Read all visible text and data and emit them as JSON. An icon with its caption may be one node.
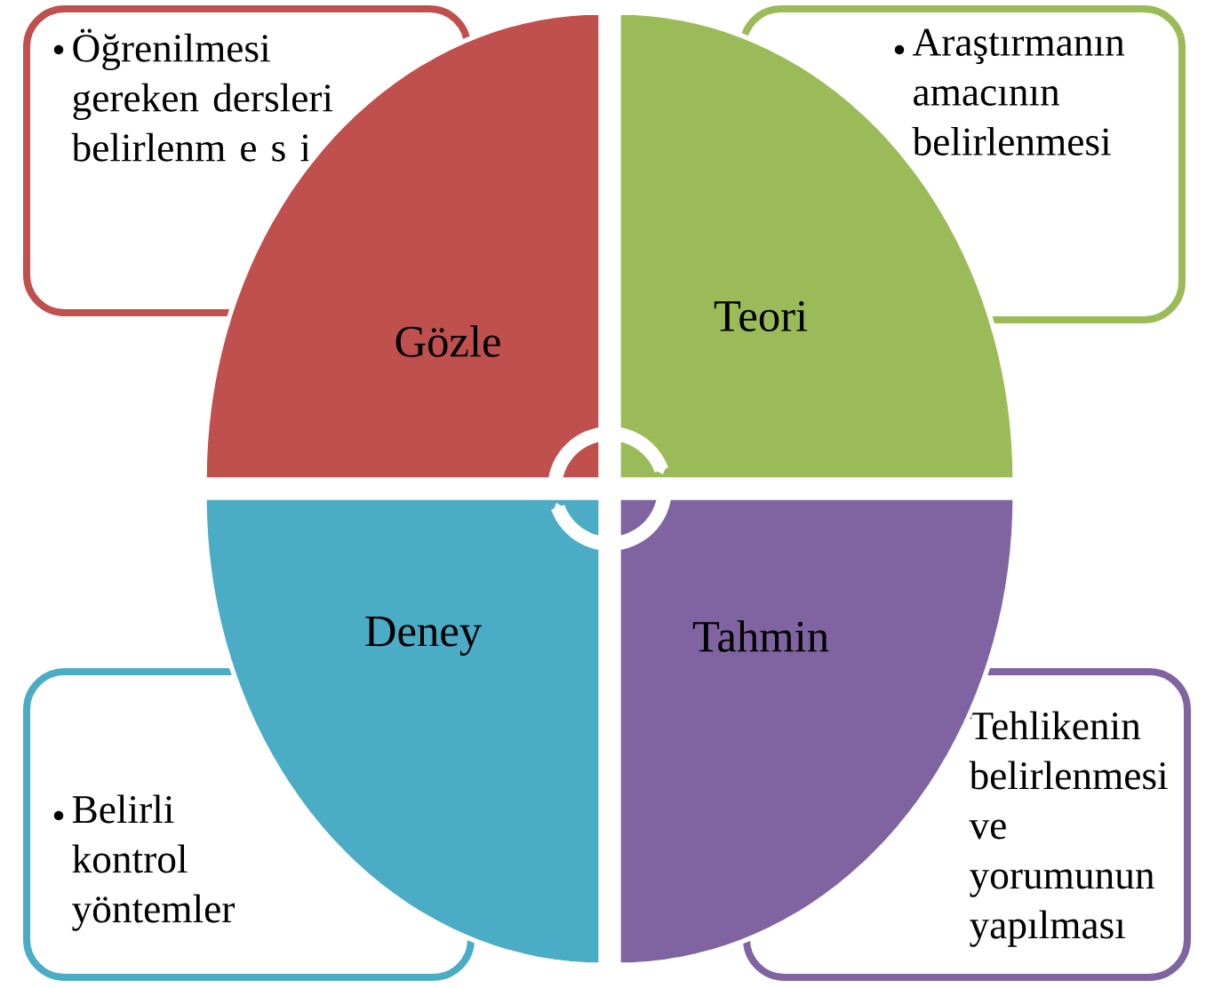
{
  "diagram": {
    "nodes": [
      {
        "text": [
          "Öğrenilmesi gereken dersleri belirlenm e s i"
        ]
      },
      {
        "text": [
          "Araştırmanın amacının belirlenmesi"
        ]
      },
      {
        "text": [
          "Gözle"
        ]
      },
      {
        "text": [
          "Teori"
        ]
      },
      {
        "text": [
          "Deney"
        ]
      },
      {
        "text": [
          "Tahmin"
        ]
      },
      {
        "text": [
          "Belirli kontrol yöntemler"
        ]
      },
      {
        "text": [
          "Tehlikenin belirlenmesi ve yorumunun yapılması"
        ]
      }
    ],
    "edges": [
      {
        "from": 2,
        "to": 3,
        "arrow": "to"
      },
      {
        "from": 5,
        "to": 4,
        "arrow": "to"
      }
    ]
  }
}
